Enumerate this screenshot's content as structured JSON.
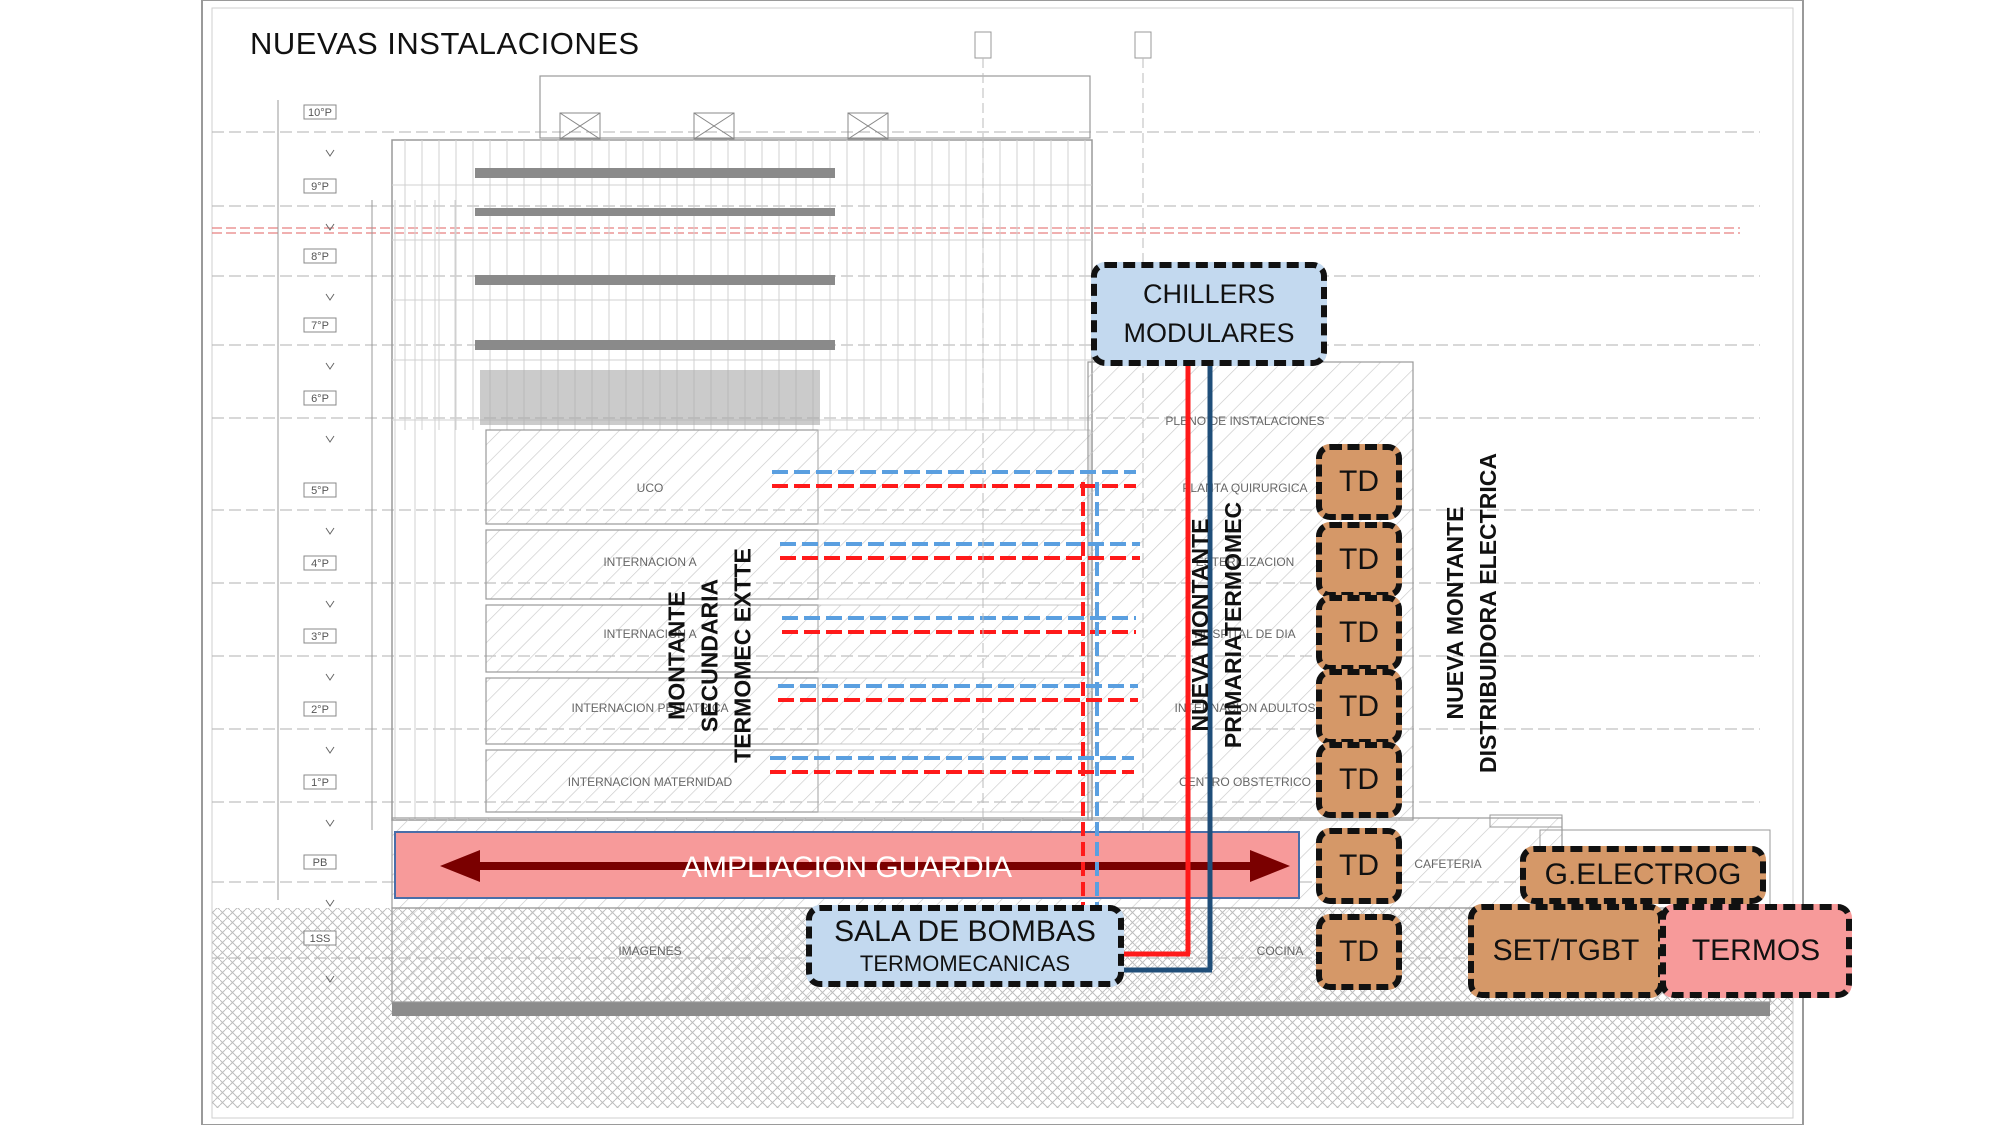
{
  "title": "NUEVAS INSTALACIONES",
  "colors": {
    "red": "#ff1a1a",
    "blue": "#5a9fe0",
    "navy": "#1f4e79",
    "td": "#d59868",
    "light_blue": "#c3d9ef",
    "pink": "#f79a9a",
    "arrow": "#7a0000"
  },
  "floors": [
    "10°P",
    "9°P",
    "8°P",
    "7°P",
    "6°P",
    "5°P",
    "4°P",
    "3°P",
    "2°P",
    "1°P",
    "PB",
    "1SS"
  ],
  "rooms_left": [
    "UCO",
    "INTERNACION A",
    "INTERNACION A",
    "INTERNACION PEDIATRICA",
    "INTERNACION MATERNIDAD",
    "IMAGENES"
  ],
  "rooms_right": [
    "PLENO DE INSTALACIONES",
    "PLANTA QUIRURGICA",
    "ESTERILIZACION",
    "HOSPITAL DE DIA",
    "INTERNACION ADULTOS",
    "CENTRO OBSTETRICO",
    "CAFETERIA",
    "COCINA"
  ],
  "chillers": {
    "line1": "CHILLERS",
    "line2": "MODULARES"
  },
  "montante_secundaria": {
    "line1": "MONTANTE",
    "line2": "SECUNDARIA",
    "line3": "TERMOMEC EXTTE"
  },
  "montante_primaria": {
    "line1": "NUEVA MONTANTE",
    "line2": "PRIMARIATERMOMEC"
  },
  "montante_electrica": {
    "line1": "NUEVA MONTANTE",
    "line2": "DISTRIBUIDORA ELECTRICA"
  },
  "td_label": "TD",
  "ampliacion": "AMPLIACION GUARDIA",
  "sala_bombas": {
    "line1": "SALA DE BOMBAS",
    "line2": "TERMOMECANICAS"
  },
  "electrog": "G.ELECTROG",
  "set_tgbt": "SET/TGBT",
  "termos": "TERMOS"
}
